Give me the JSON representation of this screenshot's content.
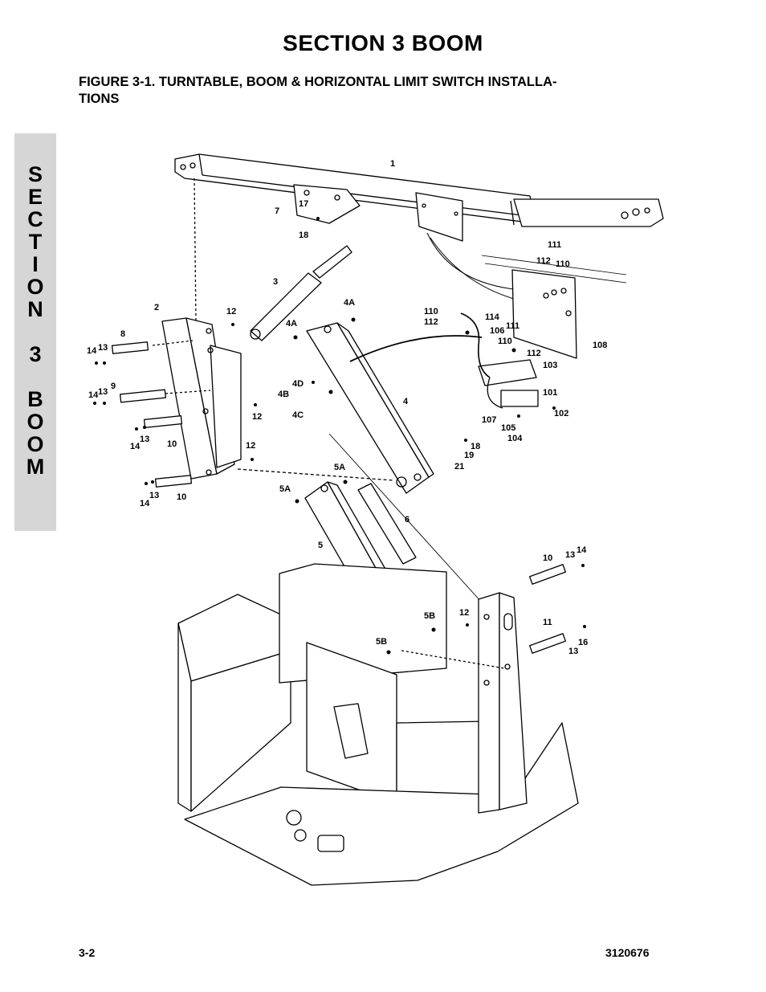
{
  "header": {
    "section_title": "SECTION 3  BOOM",
    "figure_title_line1": "FIGURE 3-1.   TURNTABLE, BOOM & HORIZONTAL LIMIT SWITCH INSTALLA-",
    "figure_title_line2": "TIONS"
  },
  "side_tab": {
    "letters": [
      "S",
      "E",
      "C",
      "T",
      "I",
      "O",
      "N",
      "3",
      "B",
      "O",
      "O",
      "M"
    ]
  },
  "callouts": [
    "1",
    "7",
    "17",
    "18",
    "111",
    "112",
    "110",
    "3",
    "4A",
    "2",
    "12",
    "4A",
    "110",
    "112",
    "114",
    "106",
    "111",
    "110",
    "112",
    "108",
    "8",
    "14",
    "13",
    "103",
    "4D",
    "4B",
    "4C",
    "12",
    "4",
    "101",
    "14",
    "13",
    "9",
    "102",
    "107",
    "105",
    "104",
    "14",
    "13",
    "10",
    "12",
    "18",
    "19",
    "21",
    "5A",
    "5A",
    "14",
    "13",
    "10",
    "6",
    "5",
    "10",
    "13",
    "14",
    "12",
    "5B",
    "5B",
    "11",
    "16",
    "13"
  ],
  "footer": {
    "page_number": "3-2",
    "doc_number": "3120676"
  },
  "colors": {
    "ink": "#000000",
    "tab_background": "#d6d6d6"
  }
}
